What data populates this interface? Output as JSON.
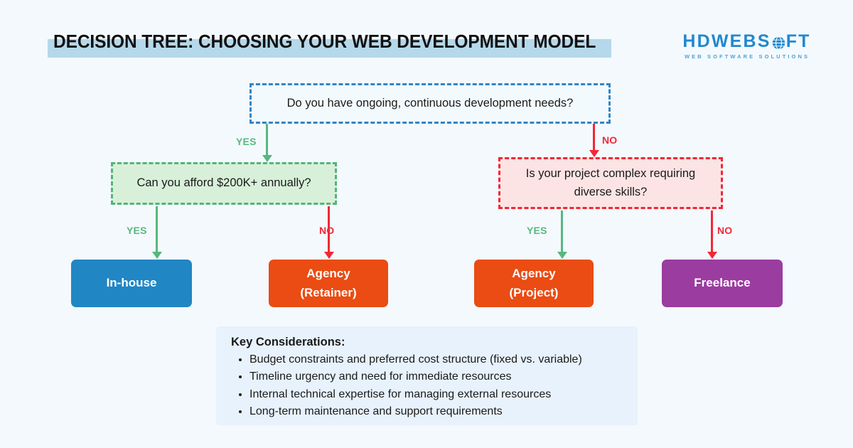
{
  "header": {
    "title": "DECISION TREE: CHOOSING YOUR WEB DEVELOPMENT MODEL",
    "highlight_color": "#b5d8ea",
    "logo": {
      "name_part1": "HDWEBS",
      "name_part2": "FT",
      "icon": "globe-icon",
      "tagline": "WEB SOFTWARE SOLUTIONS",
      "color": "#2089cf"
    }
  },
  "tree": {
    "root": {
      "text": "Do you have ongoing, continuous development needs?",
      "border_color": "#2f86c9",
      "fill_color": "#f3fafe"
    },
    "branch_green": {
      "text": "Can you afford $200K+ annually?",
      "border_color": "#55b47a",
      "fill_color": "#d8f0d9"
    },
    "branch_red": {
      "line1": "Is your project complex requiring",
      "line2": "diverse skills?",
      "border_color": "#f32735",
      "fill_color": "#fce4e4"
    },
    "edges": {
      "root_yes": "YES",
      "root_no": "NO",
      "green_yes": "YES",
      "green_no": "NO",
      "red_yes": "YES",
      "red_no": "NO",
      "yes_color": "#56b87f",
      "no_color": "#f32735"
    },
    "outcomes": {
      "in_house": {
        "line1": "In-house",
        "line2": "",
        "color": "#2086c4"
      },
      "agency_retainer": {
        "line1": "Agency",
        "line2": "(Retainer)",
        "color": "#ea4c13"
      },
      "agency_project": {
        "line1": "Agency",
        "line2": "(Project)",
        "color": "#ea4c13"
      },
      "freelance": {
        "line1": "Freelance",
        "line2": "",
        "color": "#9b3ca0"
      }
    }
  },
  "key_considerations": {
    "title": "Key Considerations:",
    "items": [
      "Budget constraints and preferred cost structure (fixed vs. variable)",
      "Timeline urgency and need for immediate resources",
      "Internal technical expertise for managing external resources",
      "Long-term maintenance and support requirements"
    ],
    "background": "#e8f2fc"
  },
  "page": {
    "background": "#f4f9fd"
  }
}
